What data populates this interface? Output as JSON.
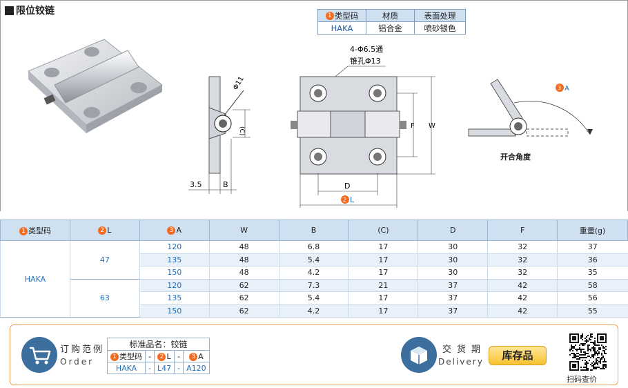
{
  "title": "限位铰链",
  "spec_table": {
    "headers": [
      "类型码",
      "材质",
      "表面处理"
    ],
    "header_marker": "1",
    "row": [
      "HAKA",
      "铝合金",
      "喷砂银色"
    ]
  },
  "drawing": {
    "hole_note_line1": "4-Φ6.5通",
    "hole_note_line2": "锥孔Φ13",
    "dim_phi11": "Φ11",
    "dim_c": "(C)",
    "dim_35": "3.5",
    "dim_b": "B",
    "dim_d": "D",
    "dim_l": "L",
    "dim_l_marker": "2",
    "dim_f": "F",
    "dim_w": "W",
    "dim_a": "A",
    "dim_a_marker": "3",
    "open_angle_label": "开合角度"
  },
  "data_table": {
    "headers": [
      {
        "marker": "1",
        "label": "类型码"
      },
      {
        "marker": "2",
        "label": "L"
      },
      {
        "marker": "3",
        "label": "A"
      },
      {
        "marker": "",
        "label": "W"
      },
      {
        "marker": "",
        "label": "B"
      },
      {
        "marker": "",
        "label": "(C)"
      },
      {
        "marker": "",
        "label": "D"
      },
      {
        "marker": "",
        "label": "F"
      },
      {
        "marker": "",
        "label": "重量(g)"
      }
    ],
    "type_code": "HAKA",
    "groups": [
      {
        "L": "47",
        "rows": [
          [
            "120",
            "48",
            "6.8",
            "17",
            "30",
            "32",
            "37"
          ],
          [
            "135",
            "48",
            "5.4",
            "17",
            "30",
            "32",
            "36"
          ],
          [
            "150",
            "48",
            "4.2",
            "17",
            "30",
            "32",
            "35"
          ]
        ]
      },
      {
        "L": "63",
        "rows": [
          [
            "120",
            "62",
            "7.3",
            "21",
            "37",
            "42",
            "58"
          ],
          [
            "135",
            "62",
            "5.4",
            "17",
            "37",
            "42",
            "56"
          ],
          [
            "150",
            "62",
            "4.2",
            "17",
            "37",
            "42",
            "55"
          ]
        ]
      }
    ]
  },
  "footer": {
    "order_cn": "订购范例",
    "order_en": "Order",
    "std_name": "标准品名：铰链",
    "order_labels": [
      {
        "marker": "1",
        "label": "类型码"
      },
      {
        "marker": "",
        "label": "-"
      },
      {
        "marker": "2",
        "label": "L"
      },
      {
        "marker": "",
        "label": "-"
      },
      {
        "marker": "3",
        "label": "A"
      }
    ],
    "order_values": [
      "HAKA",
      "-",
      "L47",
      "-",
      "A120"
    ],
    "delivery_cn": "交货期",
    "delivery_en": "Delivery",
    "stock_button": "库存品",
    "qr_label": "扫码查价"
  },
  "colors": {
    "header_bg": "#cfe0f0",
    "marker_orange": "#f26b21",
    "value_blue": "#1f6fc0",
    "footer_border": "#f1a057",
    "stock_button": "#f7c12f"
  }
}
